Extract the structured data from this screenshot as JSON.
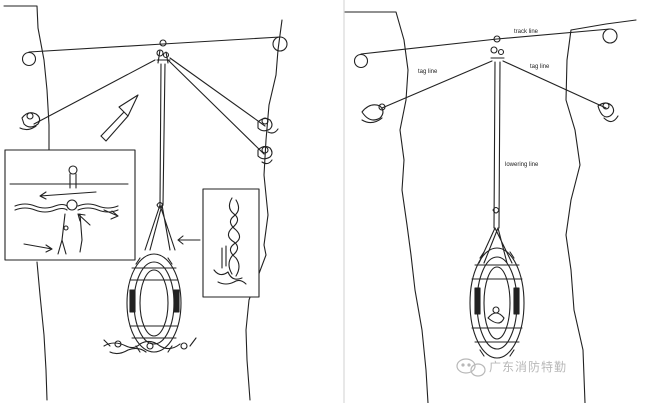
{
  "labels": {
    "track_line": "track line",
    "tag_line_left": "tag line",
    "tag_line_right": "tag line",
    "lowering_line": "lowering line"
  },
  "watermark": {
    "text": "广东消防特勤"
  },
  "colors": {
    "ink": "#222222",
    "watermark": "#b8b8b8"
  }
}
